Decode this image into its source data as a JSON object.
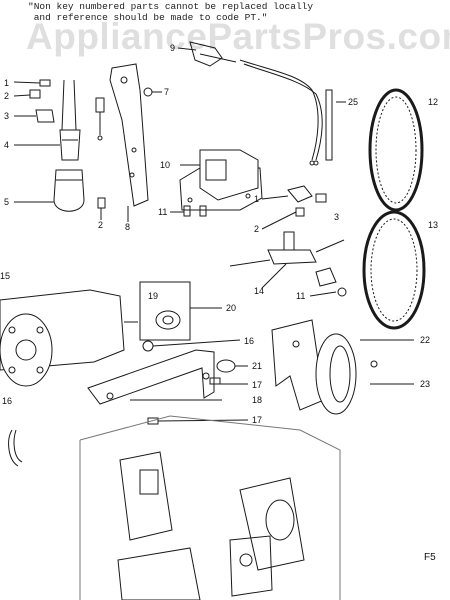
{
  "note": {
    "line1": "\"Non key numbered parts cannot be replaced locally",
    "line2": " and reference should be made to code PT.\""
  },
  "watermark": "AppliancePartsPros.com",
  "page_code": "F5",
  "callouts": {
    "c1": "1",
    "c2": "2",
    "c3": "3",
    "c4": "4",
    "c5": "5",
    "c2b": "2",
    "c8": "8",
    "c7": "7",
    "c9": "9",
    "c10": "10",
    "c11": "11",
    "c1b": "1",
    "c2c": "2",
    "c3b": "3",
    "c25": "25",
    "c12": "12",
    "c13": "13",
    "c14": "14",
    "c11b": "11",
    "c15": "15",
    "c19": "19",
    "c20": "20",
    "c16": "16",
    "c21": "21",
    "c17": "17",
    "c18": "18",
    "c16b": "16",
    "c17b": "17",
    "c22": "22",
    "c23": "23"
  }
}
